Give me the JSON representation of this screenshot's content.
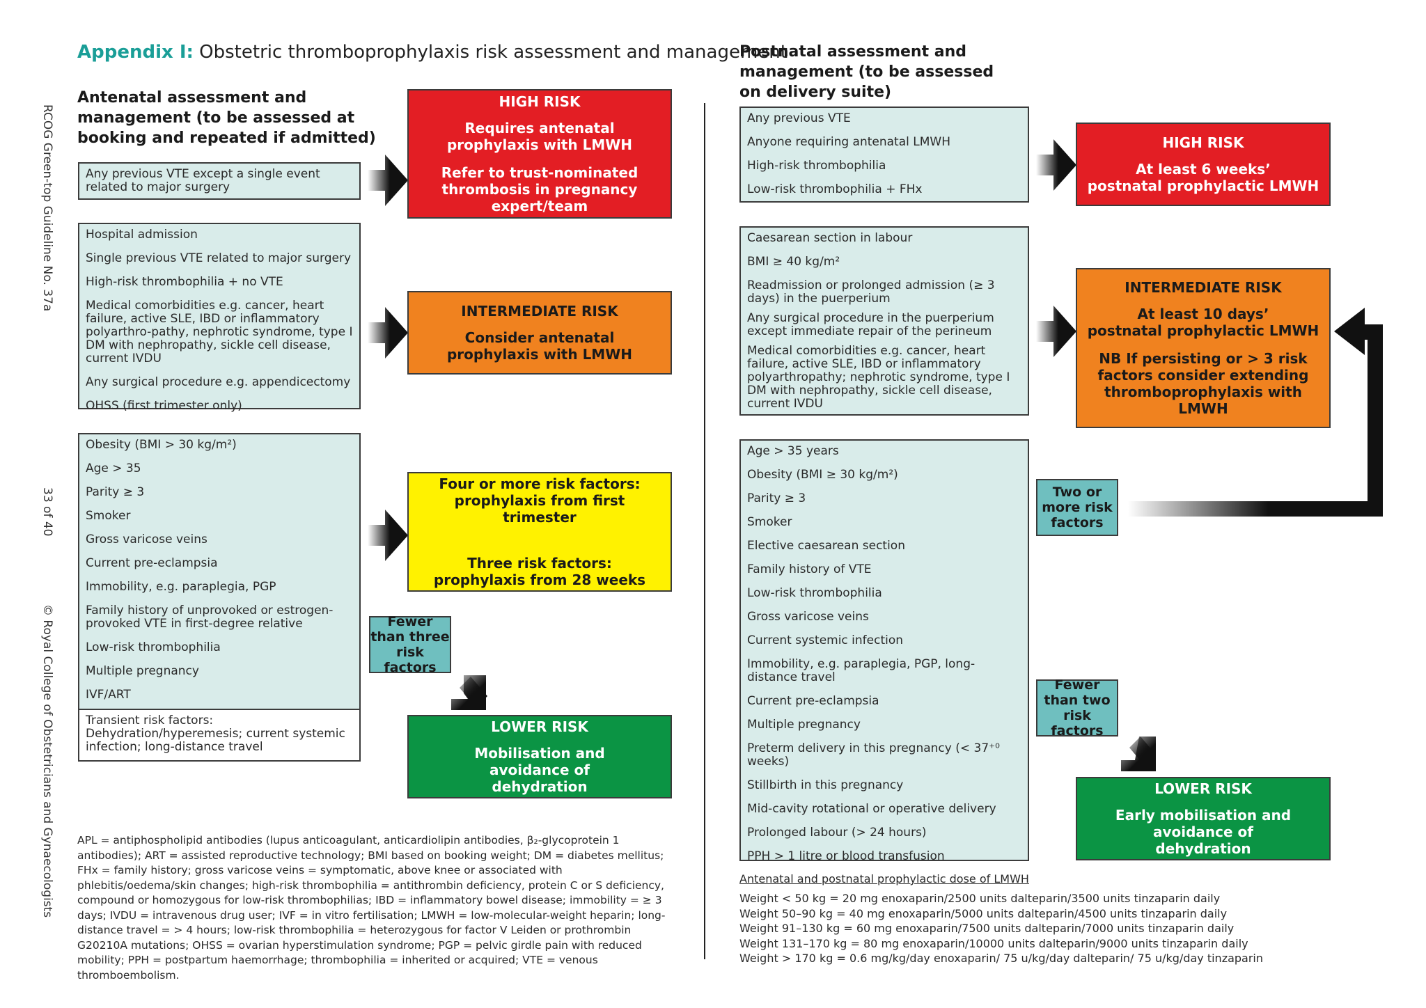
{
  "title": {
    "accent": "Appendix I:",
    "text": "Obstetric thromboprophylaxis risk assessment and management"
  },
  "side_text": {
    "guideline": "RCOG Green-top Guideline No. 37a",
    "page": "33 of 40",
    "copyright": "© Royal College of Obstetricians and Gynaecologists"
  },
  "antenatal": {
    "heading": [
      "Antenatal assessment and",
      "management (to be assessed at",
      "booking and repeated if admitted)"
    ],
    "high_list": [
      "Any previous VTE except a single event related to major surgery"
    ],
    "intermediate_list": [
      "Hospital admission",
      "Single previous VTE related to major surgery",
      "High-risk thrombophilia + no VTE",
      "Medical comorbidities e.g. cancer, heart failure, active SLE, IBD or inflammatory polyarthro-pathy, nephrotic syndrome, type I DM with nephropathy, sickle cell disease, current IVDU",
      "Any surgical procedure e.g. appendicectomy",
      "OHSS (first trimester only)"
    ],
    "factor_list": [
      "Obesity (BMI > 30 kg/m²)",
      "Age > 35",
      "Parity ≥ 3",
      "Smoker",
      "Gross varicose veins",
      "Current pre-eclampsia",
      "Immobility, e.g. paraplegia, PGP",
      "Family history of unprovoked or estrogen-provoked VTE in first-degree relative",
      "Low-risk thrombophilia",
      "Multiple pregnancy",
      "IVF/ART"
    ],
    "transient": "Transient risk factors: Dehydration/hyperemesis; current systemic infection; long-distance travel",
    "high_risk": {
      "heading": "HIGH RISK",
      "line1": "Requires antenatal prophylaxis with LMWH",
      "line2": "Refer to trust-nominated thrombosis in pregnancy expert/team"
    },
    "intermediate_risk": {
      "heading": "INTERMEDIATE RISK",
      "line1": "Consider antenatal prophylaxis with LMWH"
    },
    "factors_risk": {
      "line1": "Four or more risk factors: prophylaxis from first trimester",
      "line2": "Three risk factors: prophylaxis from 28 weeks"
    },
    "fewer_label": "Fewer than three risk factors",
    "lower_risk": {
      "heading": "LOWER RISK",
      "line1": "Mobilisation and avoidance of dehydration"
    }
  },
  "postnatal": {
    "heading": [
      "Postnatal assessment and",
      "management (to be assessed",
      "on delivery suite)"
    ],
    "high_list": [
      "Any previous VTE",
      "Anyone requiring antenatal LMWH",
      "High-risk thrombophilia",
      "Low-risk thrombophilia + FHx"
    ],
    "intermediate_list": [
      "Caesarean section in labour",
      "BMI ≥ 40 kg/m²",
      "Readmission or prolonged admission (≥ 3 days) in the puerperium",
      "Any surgical procedure in the puerperium except immediate repair of the perineum",
      "Medical comorbidities e.g. cancer, heart failure, active SLE, IBD or inflammatory polyarthropathy; nephrotic syndrome, type I DM with nephropathy, sickle cell disease, current IVDU"
    ],
    "factor_list": [
      "Age > 35 years",
      "Obesity (BMI ≥ 30 kg/m²)",
      "Parity ≥ 3",
      "Smoker",
      "Elective caesarean section",
      "Family history of VTE",
      "Low-risk thrombophilia",
      "Gross varicose veins",
      "Current systemic infection",
      "Immobility, e.g. paraplegia, PGP, long-distance travel",
      "Current pre-eclampsia",
      "Multiple pregnancy",
      "Preterm delivery in this pregnancy (< 37⁺⁰ weeks)",
      "Stillbirth in this pregnancy",
      "Mid-cavity rotational or operative delivery",
      "Prolonged labour (> 24 hours)",
      "PPH > 1 litre or blood transfusion"
    ],
    "high_risk": {
      "heading": "HIGH RISK",
      "line1": "At least 6 weeks’",
      "line2": "postnatal prophylactic LMWH"
    },
    "intermediate_risk": {
      "heading": "INTERMEDIATE RISK",
      "line1": "At least 10 days’",
      "line2": "postnatal prophylactic LMWH",
      "line3": "NB If persisting or > 3 risk factors consider extending thromboprophylaxis with LMWH"
    },
    "two_more_label": "Two or more risk factors",
    "fewer_label": "Fewer than two risk factors",
    "lower_risk": {
      "heading": "LOWER RISK",
      "line1": "Early mobilisation and avoidance of dehydration"
    }
  },
  "footnote": "APL = antiphospholipid antibodies (lupus anticoagulant, anticardiolipin antibodies, β₂-glycoprotein 1 antibodies); ART = assisted reproductive technology; BMI based on booking weight; DM = diabetes mellitus; FHx = family history; gross varicose veins = symptomatic, above knee or associated with phlebitis/oedema/skin changes; high-risk thrombophilia = antithrombin deficiency, protein C or S deficiency, compound or homozygous for low-risk thrombophilias; IBD = inflammatory bowel disease; immobility = ≥ 3 days; IVDU = intravenous drug user; IVF = in vitro fertilisation; LMWH = low-molecular-weight heparin; long-distance travel = > 4 hours; low-risk thrombophilia = heterozygous for factor V Leiden or prothrombin G20210A mutations; OHSS = ovarian hyperstimulation syndrome; PGP = pelvic girdle pain with reduced mobility; PPH = postpartum haemorrhage; thrombophilia = inherited or acquired; VTE = venous thromboembolism.",
  "dose": {
    "title": "Antenatal and postnatal prophylactic dose of LMWH",
    "lines": [
      "Weight < 50 kg = 20 mg enoxaparin/2500 units dalteparin/3500 units tinzaparin daily",
      "Weight 50–90 kg = 40 mg enoxaparin/5000 units dalteparin/4500 units tinzaparin daily",
      "Weight 91–130 kg = 60 mg enoxaparin/7500 units dalteparin/7000 units tinzaparin daily",
      "Weight 131–170 kg = 80 mg enoxaparin/10000 units dalteparin/9000 units tinzaparin daily",
      "Weight > 170 kg = 0.6 mg/kg/day enoxaparin/ 75 u/kg/day dalteparin/ 75 u/kg/day tinzaparin"
    ]
  },
  "colors": {
    "accent": "#1a9e97",
    "high": "#e31e24",
    "intermediate": "#f0821f",
    "yellow": "#fff200",
    "lower": "#0b9444",
    "list_bg": "#d9ecea",
    "teal": "#6fbfbf"
  }
}
